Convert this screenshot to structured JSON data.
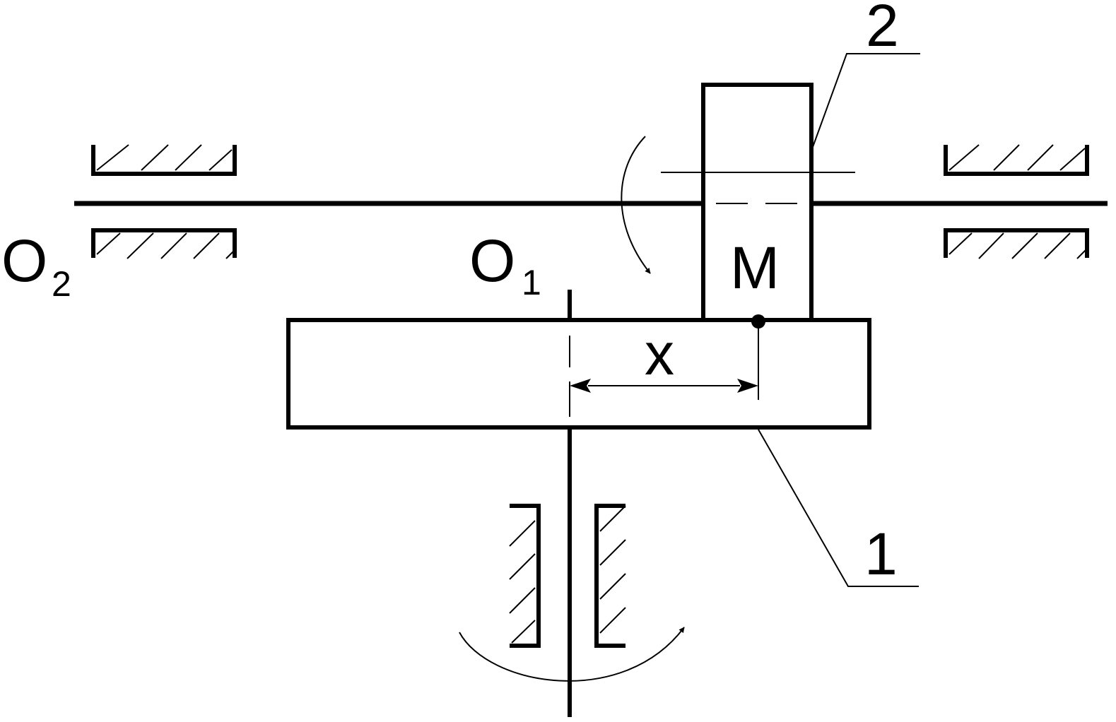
{
  "labels": {
    "o2_letter": "O",
    "o2_sub": "2",
    "o1_letter": "O",
    "o1_sub": "1",
    "point_m": "M",
    "dim_x": "x",
    "part_1": "1",
    "part_2": "2"
  },
  "colors": {
    "stroke": "#000000",
    "background": "#ffffff"
  }
}
